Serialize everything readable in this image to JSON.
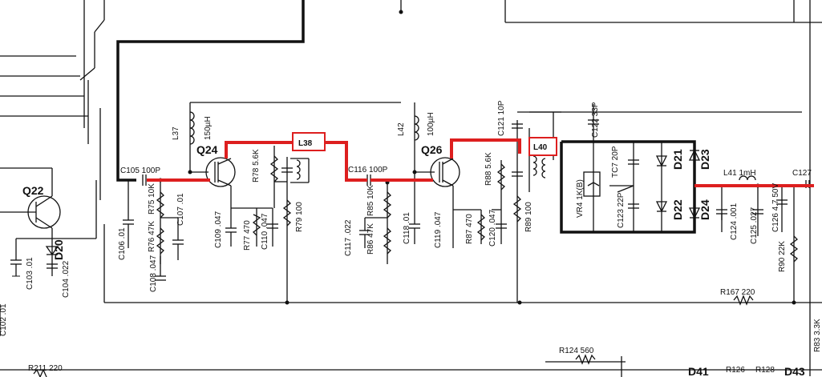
{
  "colors": {
    "highlight": "#dd1f1f",
    "ink": "#111111",
    "background": "#ffffff"
  },
  "labels": {
    "q22": "Q22",
    "q24": "Q24",
    "q26": "Q26",
    "d20": "D20",
    "d21": "D21",
    "d22": "D22",
    "d23": "D23",
    "d24": "D24",
    "d41": "D41",
    "d43": "D43",
    "l37": "L37",
    "l37_val": "150µH",
    "l42": "L42",
    "l42_val": "100µH",
    "l38": "L38",
    "l40": "L40",
    "l41": "L41 1mH",
    "c105": "C105 100P",
    "c116": "C116 100P",
    "c127": "C127",
    "c103": "C103 .01",
    "c104": "C104 .022",
    "c106": "C106 .01",
    "c107": "C107 .01",
    "c108": "C108 .047",
    "c109": "C109 .047",
    "c110": "C110 .047",
    "c117": "C117 .022",
    "c118": "C118 .01",
    "c119": "C119 .047",
    "c120": "C120 .047",
    "c121": "C121 10P",
    "c122": "C122 33P",
    "c123": "C123 22P",
    "c124": "C124 .001",
    "c125": "C125 .027",
    "c126": "C126 4.7 50V",
    "c102": "C102 .01",
    "r75": "R75 10K",
    "r76": "R76 47K",
    "r77": "R77 470",
    "r78": "R78 5.6K",
    "r79": "R79 100",
    "r85": "R85 10K",
    "r86": "R86 47K",
    "r87": "R87 470",
    "r88": "R88 5.6K",
    "r89": "R89 100",
    "r90": "R90 22K",
    "r83": "R83 3.3K",
    "r124": "R124 560",
    "r126": "R126",
    "r128": "R128",
    "r167": "R167 220",
    "r211": "R211 220",
    "vr4": "VR4 1K(B)",
    "tc7": "TC7 20P"
  }
}
